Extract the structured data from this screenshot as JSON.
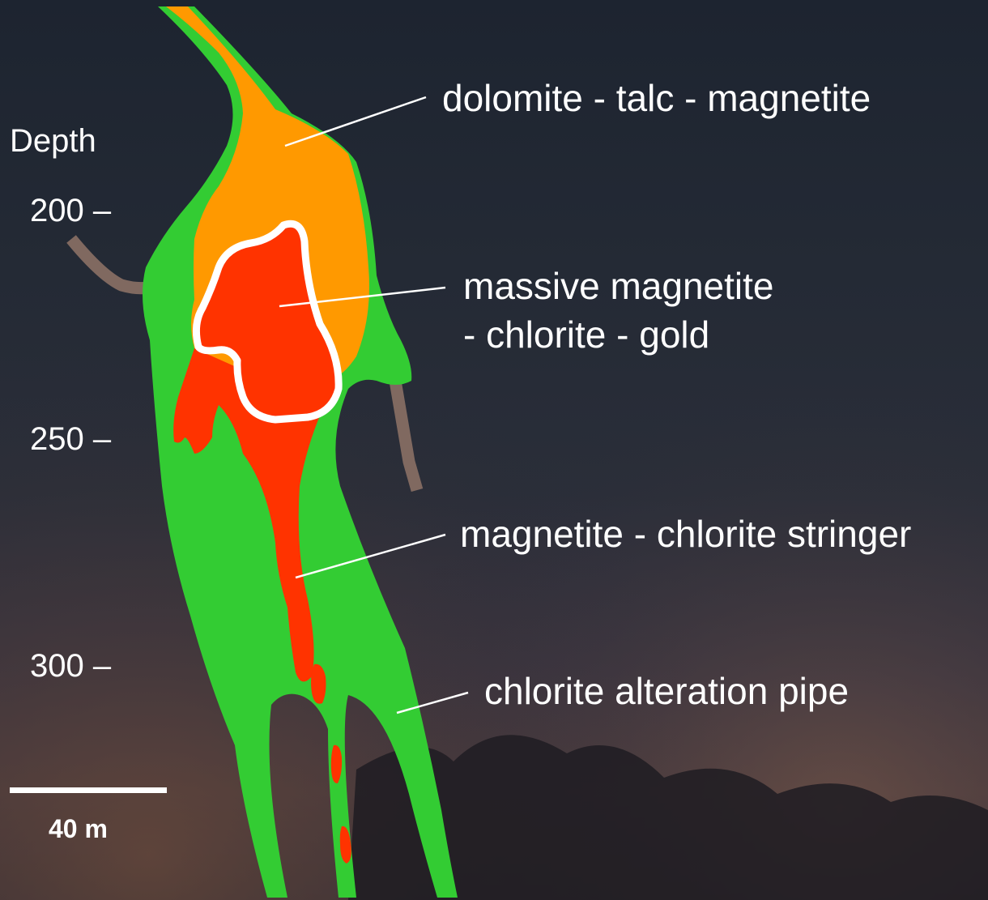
{
  "axis": {
    "title": "Depth",
    "ticks": [
      "200 –",
      "250 –",
      "300 –"
    ]
  },
  "scale_bar": {
    "label": "40 m"
  },
  "labels": {
    "dolomite": "dolomite - talc - magnetite",
    "massive_line1": "massive magnetite",
    "massive_line2": "- chlorite - gold",
    "stringer": "magnetite - chlorite stringer",
    "pipe": "chlorite alteration pipe"
  },
  "colors": {
    "chlorite": "#33cc33",
    "dolomite": "#ff9900",
    "magnetite": "#ff3300",
    "fault": "#806960",
    "outline": "#ffffff"
  }
}
